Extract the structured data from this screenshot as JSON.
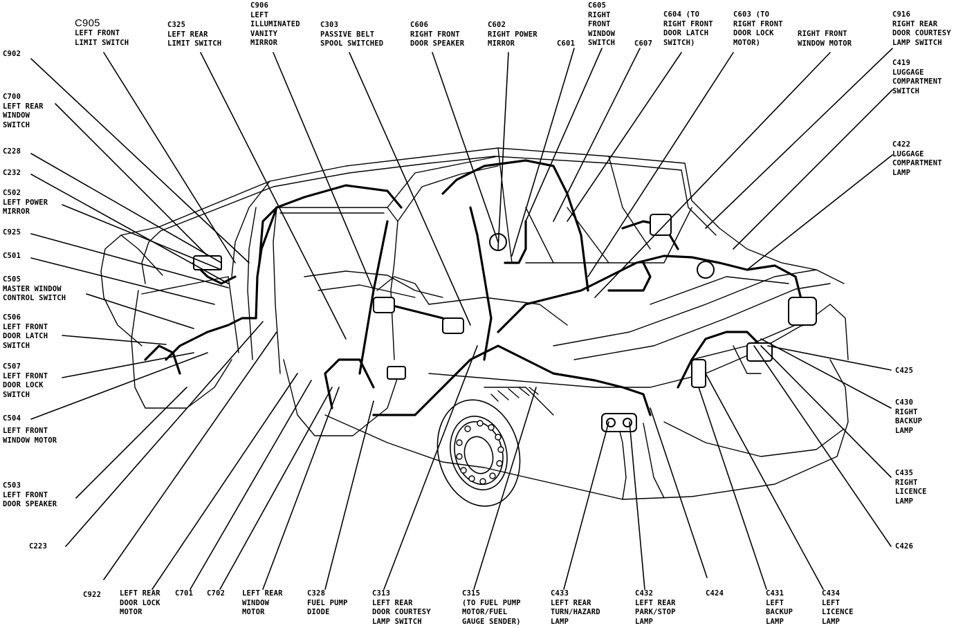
{
  "labels": {
    "c905": {
      "code": "C905",
      "lines": [
        "LEFT FRONT",
        "LIMIT SWITCH"
      ]
    },
    "c325": {
      "code": "C325",
      "lines": [
        "LEFT REAR",
        "LIMIT SWITCH"
      ]
    },
    "c906": {
      "code": "C906",
      "lines": [
        "LEFT",
        "ILLUMINATED",
        "VANITY",
        "MIRROR"
      ]
    },
    "c303": {
      "code": "C303",
      "lines": [
        "PASSIVE BELT",
        "SPOOL SWITCHED"
      ]
    },
    "c606": {
      "code": "C606",
      "lines": [
        "RIGHT FRONT",
        "DOOR SPEAKER"
      ]
    },
    "c602": {
      "code": "C602",
      "lines": [
        "RIGHT POWER",
        "MIRROR"
      ]
    },
    "c601": {
      "code": "C601",
      "lines": []
    },
    "c605": {
      "code": "C605",
      "lines": [
        "RIGHT",
        "FRONT",
        "WINDOW",
        "SWITCH"
      ]
    },
    "c607": {
      "code": "C607",
      "lines": []
    },
    "c604": {
      "code": "C604 (TO",
      "lines": [
        "RIGHT FRONT",
        "DOOR LATCH",
        "SWITCH)"
      ]
    },
    "c603": {
      "code": "C603 (TO",
      "lines": [
        "RIGHT FRONT",
        "DOOR LOCK",
        "MOTOR)"
      ]
    },
    "rfwm": {
      "code": "",
      "lines": [
        "RIGHT FRONT",
        "WINDOW MOTOR"
      ]
    },
    "c916": {
      "code": "C916",
      "lines": [
        "RIGHT REAR",
        "DOOR COURTESY",
        "LAMP SWITCH"
      ]
    },
    "c419": {
      "code": "C419",
      "lines": [
        "LUGGAGE",
        "COMPARTMENT",
        "SWITCH"
      ]
    },
    "c422": {
      "code": "C422",
      "lines": [
        "LUGGAGE",
        "COMPARTMENT",
        "LAMP"
      ]
    },
    "c902": {
      "code": "C902",
      "lines": []
    },
    "c700": {
      "code": "C700",
      "lines": [
        "LEFT REAR",
        "WINDOW",
        "SWITCH"
      ]
    },
    "c228": {
      "code": "C228",
      "lines": []
    },
    "c232": {
      "code": "C232",
      "lines": []
    },
    "c502": {
      "code": "C502",
      "lines": [
        "LEFT POWER",
        "MIRROR"
      ]
    },
    "c925": {
      "code": "C925",
      "lines": []
    },
    "c501": {
      "code": "C501",
      "lines": []
    },
    "c505": {
      "code": "C505",
      "lines": [
        "MASTER WINDOW",
        "CONTROL SWITCH"
      ]
    },
    "c506": {
      "code": "C506",
      "lines": [
        "LEFT FRONT",
        "DOOR LATCH",
        "SWITCH"
      ]
    },
    "c507": {
      "code": "C507",
      "lines": [
        "LEFT FRONT",
        "DOOR LOCK",
        "SWITCH"
      ]
    },
    "c504": {
      "code": "C504",
      "lines": []
    },
    "lfwm": {
      "code": "",
      "lines": [
        "LEFT FRONT",
        "WINDOW MOTOR"
      ]
    },
    "c503": {
      "code": "C503",
      "lines": [
        "LEFT FRONT",
        "DOOR SPEAKER"
      ]
    },
    "c223": {
      "code": "C223",
      "lines": []
    },
    "c922": {
      "code": "C922",
      "lines": []
    },
    "lrdlm": {
      "code": "",
      "lines": [
        "LEFT REAR",
        "DOOR LOCK",
        "MOTOR"
      ]
    },
    "c701": {
      "code": "C701",
      "lines": []
    },
    "c702": {
      "code": "C702",
      "lines": []
    },
    "lrwm": {
      "code": "",
      "lines": [
        "LEFT REAR",
        "WINDOW",
        "MOTOR"
      ]
    },
    "c328": {
      "code": "C328",
      "lines": [
        "FUEL PUMP",
        "DIODE"
      ]
    },
    "c313": {
      "code": "C313",
      "lines": [
        "LEFT REAR",
        "DOOR COURTESY",
        "LAMP SWITCH"
      ]
    },
    "c315": {
      "code": "C315",
      "lines": [
        "(TO FUEL PUMP",
        "MOTOR/FUEL",
        "GAUGE SENDER)"
      ]
    },
    "c433": {
      "code": "C433",
      "lines": [
        "LEFT REAR",
        "TURN/HAZARD",
        "LAMP"
      ]
    },
    "c432": {
      "code": "C432",
      "lines": [
        "LEFT REAR",
        "PARK/STOP",
        "LAMP"
      ]
    },
    "c424": {
      "code": "C424",
      "lines": []
    },
    "c431": {
      "code": "C431",
      "lines": [
        "LEFT",
        "BACKUP",
        "LAMP"
      ]
    },
    "c434": {
      "code": "C434",
      "lines": [
        "LEFT",
        "LICENCE",
        "LAMP"
      ]
    },
    "c425": {
      "code": "C425",
      "lines": []
    },
    "c430": {
      "code": "C430",
      "lines": [
        "RIGHT",
        "BACKUP",
        "LAMP"
      ]
    },
    "c435": {
      "code": "C435",
      "lines": [
        "RIGHT",
        "LICENCE",
        "LAMP"
      ]
    },
    "c426": {
      "code": "C426",
      "lines": []
    }
  }
}
